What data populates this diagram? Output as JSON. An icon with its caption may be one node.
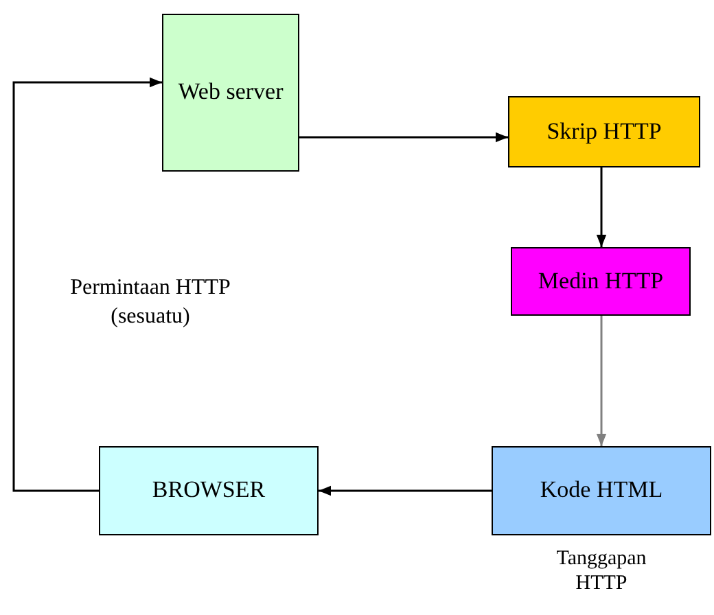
{
  "diagram": {
    "nodes": [
      {
        "text": [
          "Web server"
        ]
      },
      {
        "text": [
          "Skrip HTTP"
        ]
      },
      {
        "text": [
          "Medin HTTP"
        ]
      },
      {
        "text": [
          "Kode HTML"
        ],
        "beside": [
          "Tanggapan HTTP"
        ]
      },
      {
        "text": [
          "BROWSER"
        ]
      }
    ],
    "edges": [
      {
        "from": 0,
        "to": 1,
        "arrow": "to"
      },
      {
        "from": 1,
        "to": 2,
        "arrow": "to"
      },
      {
        "from": 2,
        "to": 3,
        "arrow": "to",
        "color": "#808080"
      },
      {
        "from": 3,
        "to": 4,
        "arrow": "to"
      },
      {
        "from": 4,
        "to": 0,
        "arrow": "to"
      }
    ],
    "labels": [
      "Permintaan HTTP (sesuatu)"
    ]
  }
}
